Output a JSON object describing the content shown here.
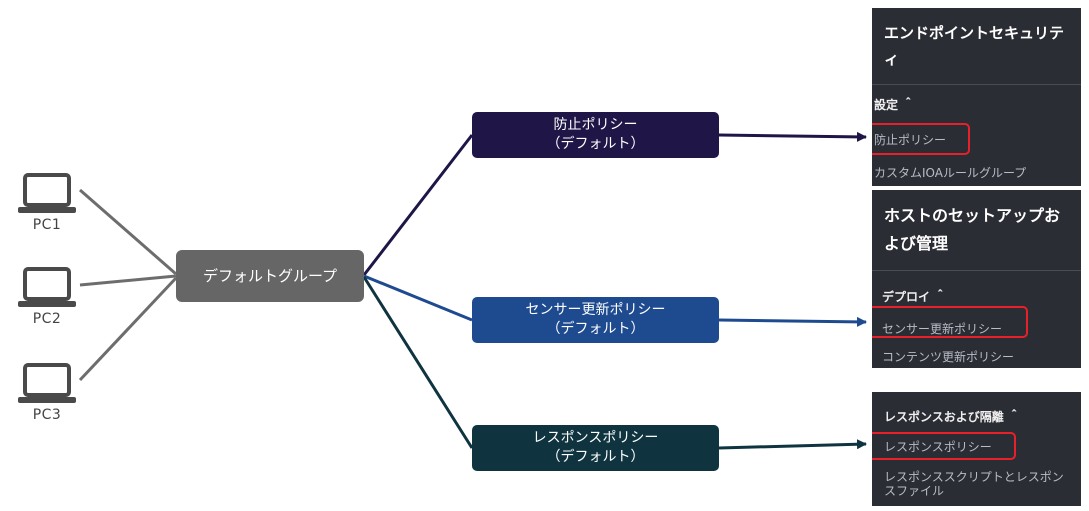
{
  "pcs": [
    {
      "label": "PC1"
    },
    {
      "label": "PC2"
    },
    {
      "label": "PC3"
    }
  ],
  "group": {
    "label": "デフォルトグループ"
  },
  "policies": {
    "prevention": "防止ポリシー\n（デフォルト）",
    "sensor": "センサー更新ポリシー\n（デフォルト）",
    "response": "レスポンスポリシー\n（デフォルト）"
  },
  "panels": {
    "endpoint": {
      "title": "エンドポイントセキュリティ",
      "section": "設定 ＾",
      "item_highlighted": "防止ポリシー",
      "item_other": "カスタムIOAルールグループ"
    },
    "hosts": {
      "title": "ホストのセットアップおよび管理",
      "section": "デプロイ ＾",
      "item_highlighted": "センサー更新ポリシー",
      "item_other": "コンテンツ更新ポリシー"
    },
    "response": {
      "section": "レスポンスおよび隔離 ＾",
      "item_highlighted": "レスポンスポリシー",
      "item_other": "レスポンススクリプトとレスポンスファイル"
    }
  },
  "colors": {
    "pc_line": "#6d6d6d",
    "group": "#666666",
    "prevention": "#1f1547",
    "sensor": "#1e4a8f",
    "response": "#0f3440",
    "highlight": "#e8202a",
    "panel_bg": "#2b2d35"
  }
}
